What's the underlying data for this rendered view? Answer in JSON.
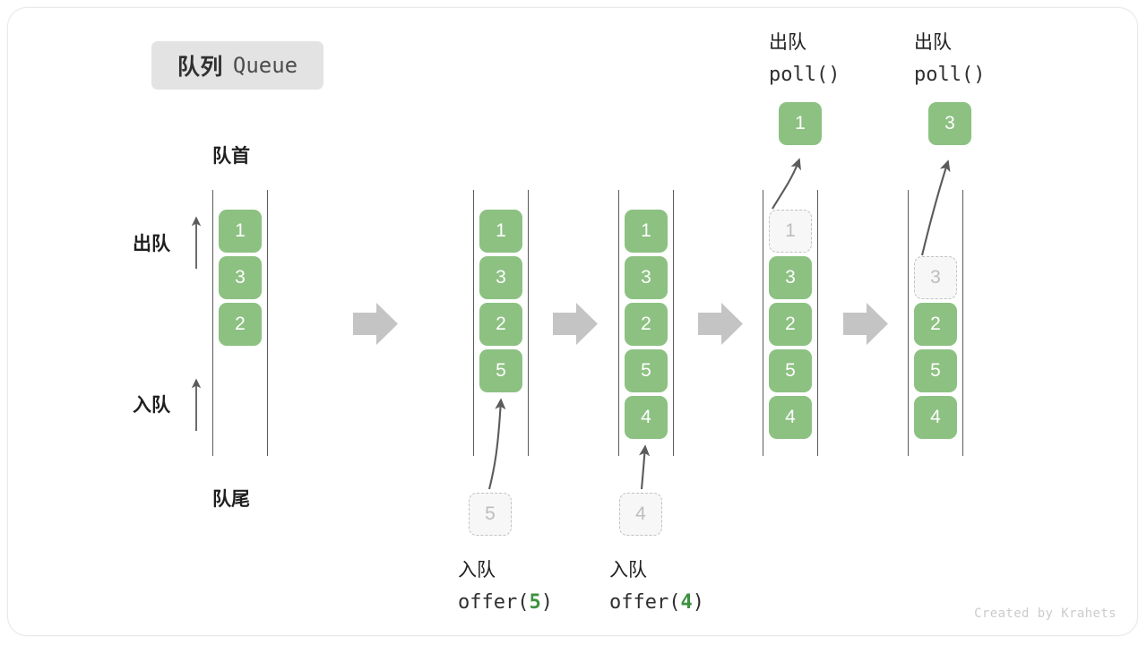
{
  "title": {
    "cn": "队列",
    "en": "Queue"
  },
  "labels": {
    "front": "队首",
    "rear": "队尾",
    "dequeue": "出队",
    "enqueue": "入队"
  },
  "colors": {
    "element_fill": "#8cc182",
    "element_text": "#ffffff",
    "ghost_fill": "#f7f7f7",
    "ghost_border": "#c2c2c2",
    "ghost_text": "#bdbdbd",
    "rail": "#5b5b5b",
    "step_arrow": "#c4c4c4",
    "badge_bg": "#e3e3e3",
    "code_arg": "#3d9140",
    "text": "#1f1f1f",
    "watermark": "#cccccc"
  },
  "columns": [
    {
      "id": "state-initial",
      "slots": [
        "1",
        "3",
        "2"
      ],
      "ghost_index": -1,
      "capacity": 6
    },
    {
      "id": "state-after-offer-5",
      "slots": [
        "1",
        "3",
        "2",
        "5"
      ],
      "ghost_index": -1,
      "capacity": 6
    },
    {
      "id": "state-after-offer-4",
      "slots": [
        "1",
        "3",
        "2",
        "5",
        "4"
      ],
      "ghost_index": -1,
      "capacity": 6
    },
    {
      "id": "state-after-poll-1",
      "slots": [
        "1",
        "3",
        "2",
        "5",
        "4"
      ],
      "ghost_index": 0,
      "capacity": 6
    },
    {
      "id": "state-after-poll-3",
      "slots": [
        "3",
        "2",
        "5",
        "4"
      ],
      "ghost_index": 0,
      "capacity": 6
    }
  ],
  "operations": [
    {
      "id": "offer-5",
      "cn": "入队",
      "fn": "offer(",
      "arg": "5",
      "fn_close": ")",
      "pending_value": "5"
    },
    {
      "id": "offer-4",
      "cn": "入队",
      "fn": "offer(",
      "arg": "4",
      "fn_close": ")",
      "pending_value": "4"
    },
    {
      "id": "poll-1",
      "cn": "出队",
      "fn": "poll()",
      "arg": "",
      "fn_close": "",
      "popped_value": "1"
    },
    {
      "id": "poll-3",
      "cn": "出队",
      "fn": "poll()",
      "arg": "",
      "fn_close": "",
      "popped_value": "3"
    }
  ],
  "watermark": "Created by Krahets"
}
